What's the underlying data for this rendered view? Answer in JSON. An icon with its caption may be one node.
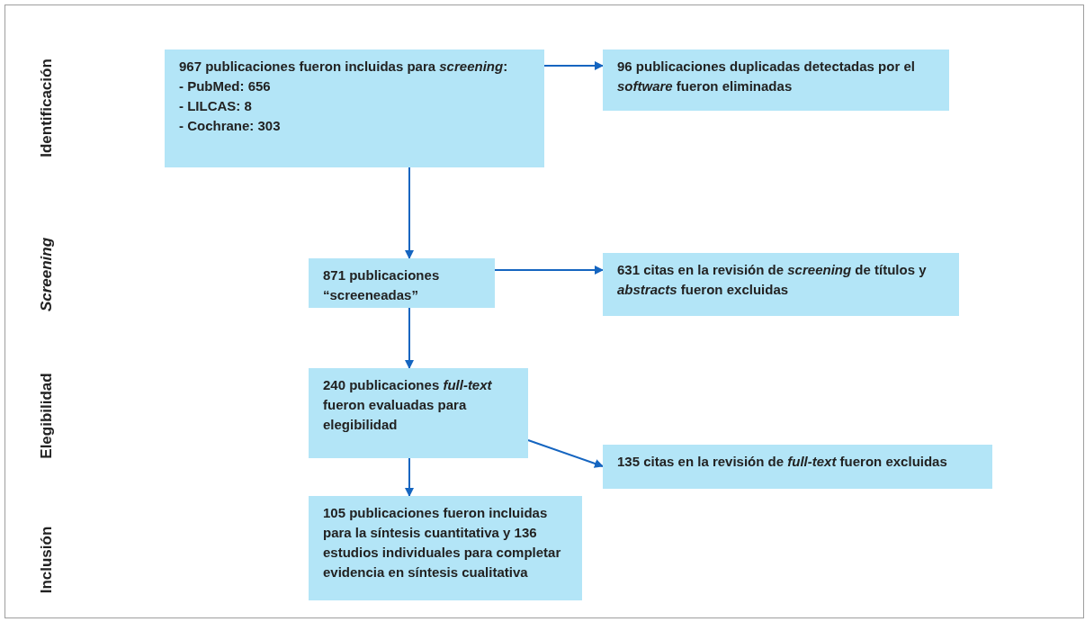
{
  "diagram": {
    "nodes": [
      {
        "text": [
          "967 publicaciones fueron incluidas para *screening*:",
          "- PubMed: 656",
          "- LILCAS: 8",
          "- Cochrane: 303"
        ]
      },
      {
        "text": [
          "96 publicaciones duplicadas detectadas por el *software* fueron eliminadas"
        ]
      },
      {
        "text": [
          "871 publicaciones “screeneadas”"
        ]
      },
      {
        "text": [
          "631 citas en la revisión de *screening* de títulos y *abstracts* fueron excluidas"
        ]
      },
      {
        "text": [
          "240 publicaciones *full-text* fueron evaluadas para elegibilidad"
        ]
      },
      {
        "text": [
          "135 citas en la revisión de *full-text* fueron excluidas"
        ]
      },
      {
        "text": [
          "105 publicaciones fueron incluidas para la síntesis cuantitativa y 136 estudios individuales para completar evidencia en síntesis cualitativa"
        ]
      }
    ],
    "edges": [
      {
        "from": 0,
        "to": 1,
        "arrow": "to"
      },
      {
        "from": 0,
        "to": 2,
        "arrow": "to"
      },
      {
        "from": 2,
        "to": 3,
        "arrow": "to"
      },
      {
        "from": 2,
        "to": 4,
        "arrow": "to"
      },
      {
        "from": 4,
        "to": 5,
        "arrow": "to"
      },
      {
        "from": 4,
        "to": 6,
        "arrow": "to"
      }
    ],
    "labels": [
      "Identificación",
      "Screening",
      "Elegibilidad",
      "Inclusión"
    ]
  }
}
